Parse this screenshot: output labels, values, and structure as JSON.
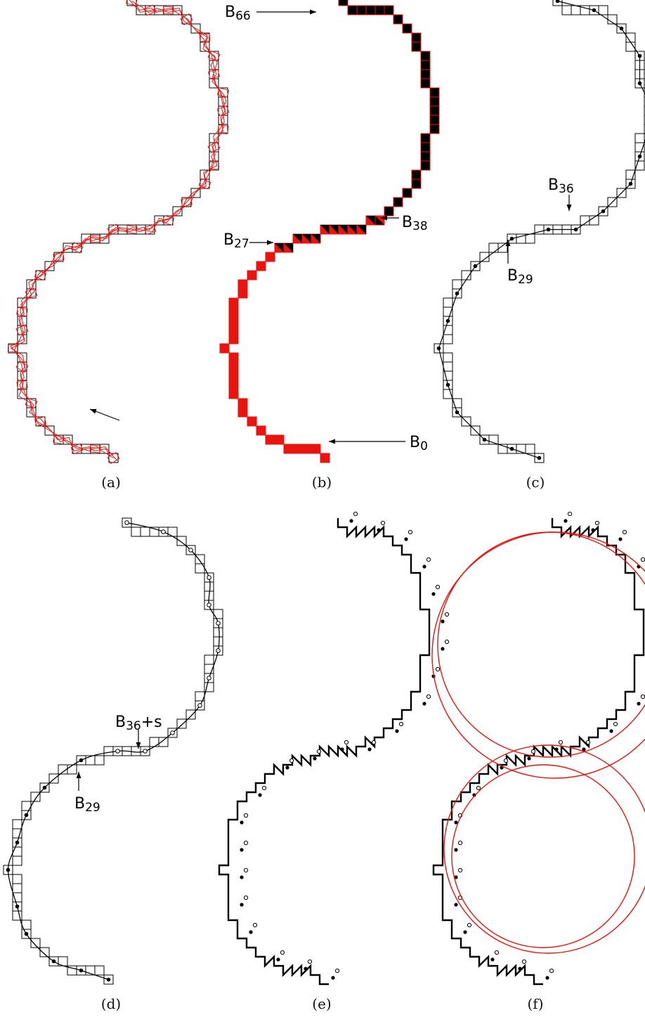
{
  "figure": {
    "panels": [
      {
        "id": "a",
        "caption": "(a)"
      },
      {
        "id": "b",
        "caption": "(b)"
      },
      {
        "id": "c",
        "caption": "(c)"
      },
      {
        "id": "d",
        "caption": "(d)"
      },
      {
        "id": "e",
        "caption": "(e)"
      },
      {
        "id": "f",
        "caption": "(f)"
      }
    ],
    "labels": {
      "b_top": {
        "base": "B",
        "sub": "66"
      },
      "b_end": {
        "base": "B",
        "sub": "0"
      },
      "b_mid_right": {
        "base": "B",
        "sub": "38"
      },
      "b_mid_left": {
        "base": "B",
        "sub": "27"
      },
      "c_upper": {
        "base": "B",
        "sub": "36"
      },
      "c_lower": {
        "base": "B",
        "sub": "29"
      },
      "d_upper": {
        "base": "B",
        "sub": "36",
        "suffix": "+s"
      },
      "d_lower": {
        "base": "B",
        "sub": "29"
      }
    },
    "colors": {
      "ink": "#000000",
      "red": "#e8140f",
      "white": "#ffffff"
    }
  }
}
